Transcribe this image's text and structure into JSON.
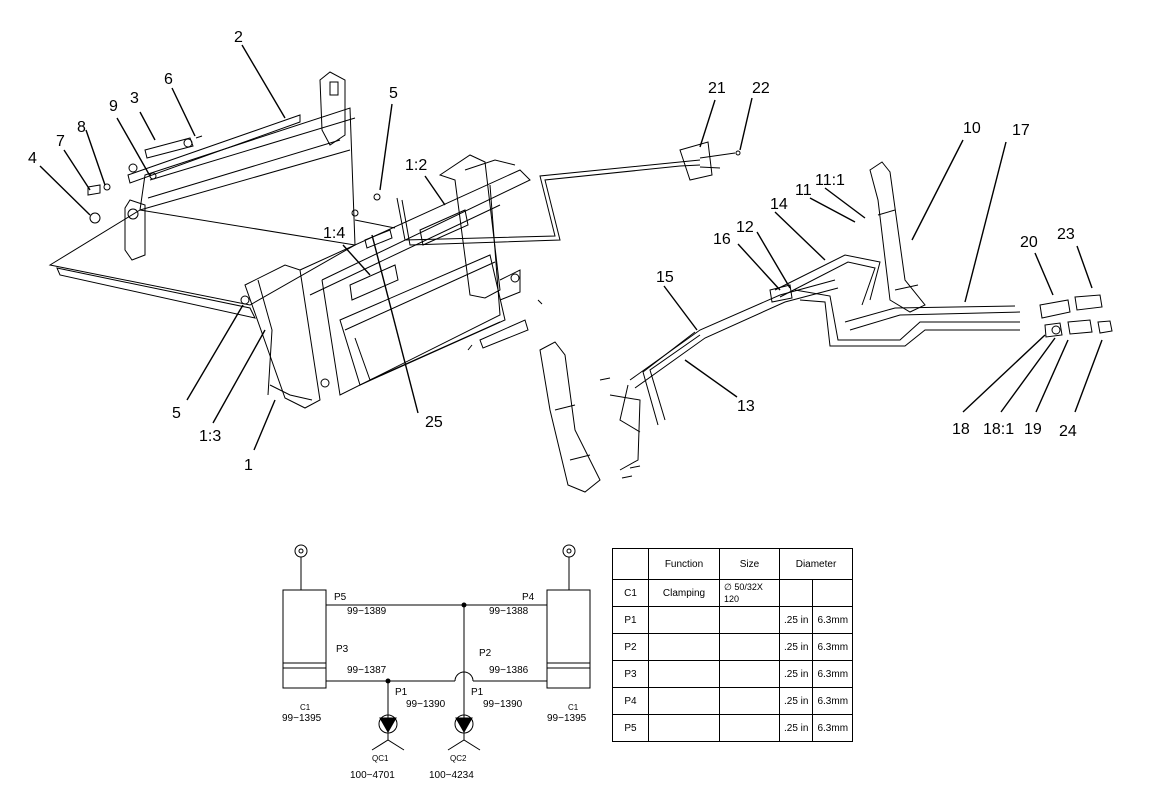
{
  "labels": {
    "p2": "2",
    "p6": "6",
    "p3": "3",
    "p8": "8",
    "p9": "9",
    "p7": "7",
    "p4": "4",
    "p5a": "5",
    "p12label": "1:2",
    "p14label": "1:4",
    "p5b": "5",
    "p13label": "1:3",
    "p1": "1",
    "p25": "25",
    "p21": "21",
    "p22": "22",
    "p10": "10",
    "p17": "17",
    "p11_1": "11:1",
    "p11": "11",
    "p14": "14",
    "p12": "12",
    "p16": "16",
    "p20": "20",
    "p23": "23",
    "p15": "15",
    "p13": "13",
    "p18": "18",
    "p18_1": "18:1",
    "p19": "19",
    "p24": "24"
  },
  "schematic": {
    "p5": "P5",
    "p5_part": "99−1389",
    "p4": "P4",
    "p4_part": "99−1388",
    "p3": "P3",
    "p3_part": "99−1387",
    "p2": "P2",
    "p2_part": "99−1386",
    "p1a": "P1",
    "p1a_part": "99−1390",
    "p1b": "P1",
    "p1b_part": "99−1390",
    "c1_left": "C1",
    "c1_left_part": "99−1395",
    "c1_right": "C1",
    "c1_right_part": "99−1395",
    "qc1": "QC1",
    "qc1_part": "100−4701",
    "qc2": "QC2",
    "qc2_part": "100−4234"
  },
  "table": {
    "headers": [
      "",
      "Function",
      "Size",
      "Diameter",
      ""
    ],
    "rows": [
      {
        "id": "C1",
        "function": "Clamping",
        "size_symbol": "∅",
        "size": "50/32X 120",
        "d1": "",
        "d2": ""
      },
      {
        "id": "P1",
        "function": "",
        "size_symbol": "",
        "size": "",
        "d1": ".25 in",
        "d2": "6.3mm"
      },
      {
        "id": "P2",
        "function": "",
        "size_symbol": "",
        "size": "",
        "d1": ".25 in",
        "d2": "6.3mm"
      },
      {
        "id": "P3",
        "function": "",
        "size_symbol": "",
        "size": "",
        "d1": ".25 in",
        "d2": "6.3mm"
      },
      {
        "id": "P4",
        "function": "",
        "size_symbol": "",
        "size": "",
        "d1": ".25 in",
        "d2": "6.3mm"
      },
      {
        "id": "P5",
        "function": "",
        "size_symbol": "",
        "size": "",
        "d1": ".25 in",
        "d2": "6.3mm"
      }
    ]
  }
}
